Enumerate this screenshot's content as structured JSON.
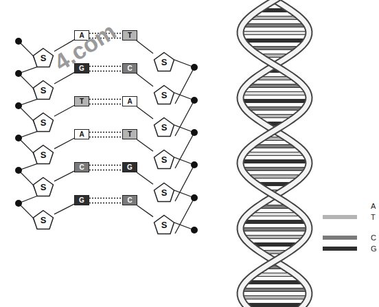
{
  "diagram": {
    "nodes": [
      {
        "text": [
          "S"
        ]
      },
      {
        "text": [
          "A"
        ]
      },
      {
        "text": [
          "T"
        ]
      },
      {
        "text": [
          "S"
        ]
      },
      {
        "text": [
          "S"
        ]
      },
      {
        "text": [
          "G"
        ]
      },
      {
        "text": [
          "C"
        ]
      },
      {
        "text": [
          "S"
        ]
      },
      {
        "text": [
          "S"
        ]
      },
      {
        "text": [
          "T"
        ]
      },
      {
        "text": [
          "A"
        ]
      },
      {
        "text": [
          "S"
        ]
      },
      {
        "text": [
          "S"
        ]
      },
      {
        "text": [
          "A"
        ]
      },
      {
        "text": [
          "T"
        ]
      },
      {
        "text": [
          "S"
        ]
      },
      {
        "text": [
          "S"
        ]
      },
      {
        "text": [
          "C"
        ]
      },
      {
        "text": [
          "G"
        ]
      },
      {
        "text": [
          "S"
        ]
      },
      {
        "text": [
          "S"
        ]
      },
      {
        "text": [
          "G"
        ]
      },
      {
        "text": [
          "C"
        ]
      },
      {
        "text": [
          "S"
        ]
      }
    ],
    "edges": [
      {
        "from": 0,
        "to": 1,
        "arrow": "none"
      },
      {
        "from": 1,
        "to": 2,
        "arrow": "none"
      },
      {
        "from": 2,
        "to": 3,
        "arrow": "none"
      },
      {
        "from": 4,
        "to": 5,
        "arrow": "none"
      },
      {
        "from": 5,
        "to": 6,
        "arrow": "none"
      },
      {
        "from": 6,
        "to": 7,
        "arrow": "none"
      },
      {
        "from": 8,
        "to": 9,
        "arrow": "none"
      },
      {
        "from": 9,
        "to": 10,
        "arrow": "none"
      },
      {
        "from": 10,
        "to": 11,
        "arrow": "none"
      },
      {
        "from": 12,
        "to": 13,
        "arrow": "none"
      },
      {
        "from": 13,
        "to": 14,
        "arrow": "none"
      },
      {
        "from": 14,
        "to": 15,
        "arrow": "none"
      },
      {
        "from": 16,
        "to": 17,
        "arrow": "none"
      },
      {
        "from": 17,
        "to": 18,
        "arrow": "none"
      },
      {
        "from": 18,
        "to": 19,
        "arrow": "none"
      },
      {
        "from": 20,
        "to": 21,
        "arrow": "none"
      },
      {
        "from": 21,
        "to": 22,
        "arrow": "none"
      },
      {
        "from": 22,
        "to": 23,
        "arrow": "none"
      }
    ],
    "labels": [
      "4.com"
    ],
    "legend": [
      {
        "text": "A",
        "color": "#ffffff"
      },
      {
        "text": "T",
        "color": "#b4b4b4"
      },
      {
        "text": "C",
        "color": "#7a7a7a"
      },
      {
        "text": "G",
        "color": "#2e2e2e"
      }
    ]
  }
}
